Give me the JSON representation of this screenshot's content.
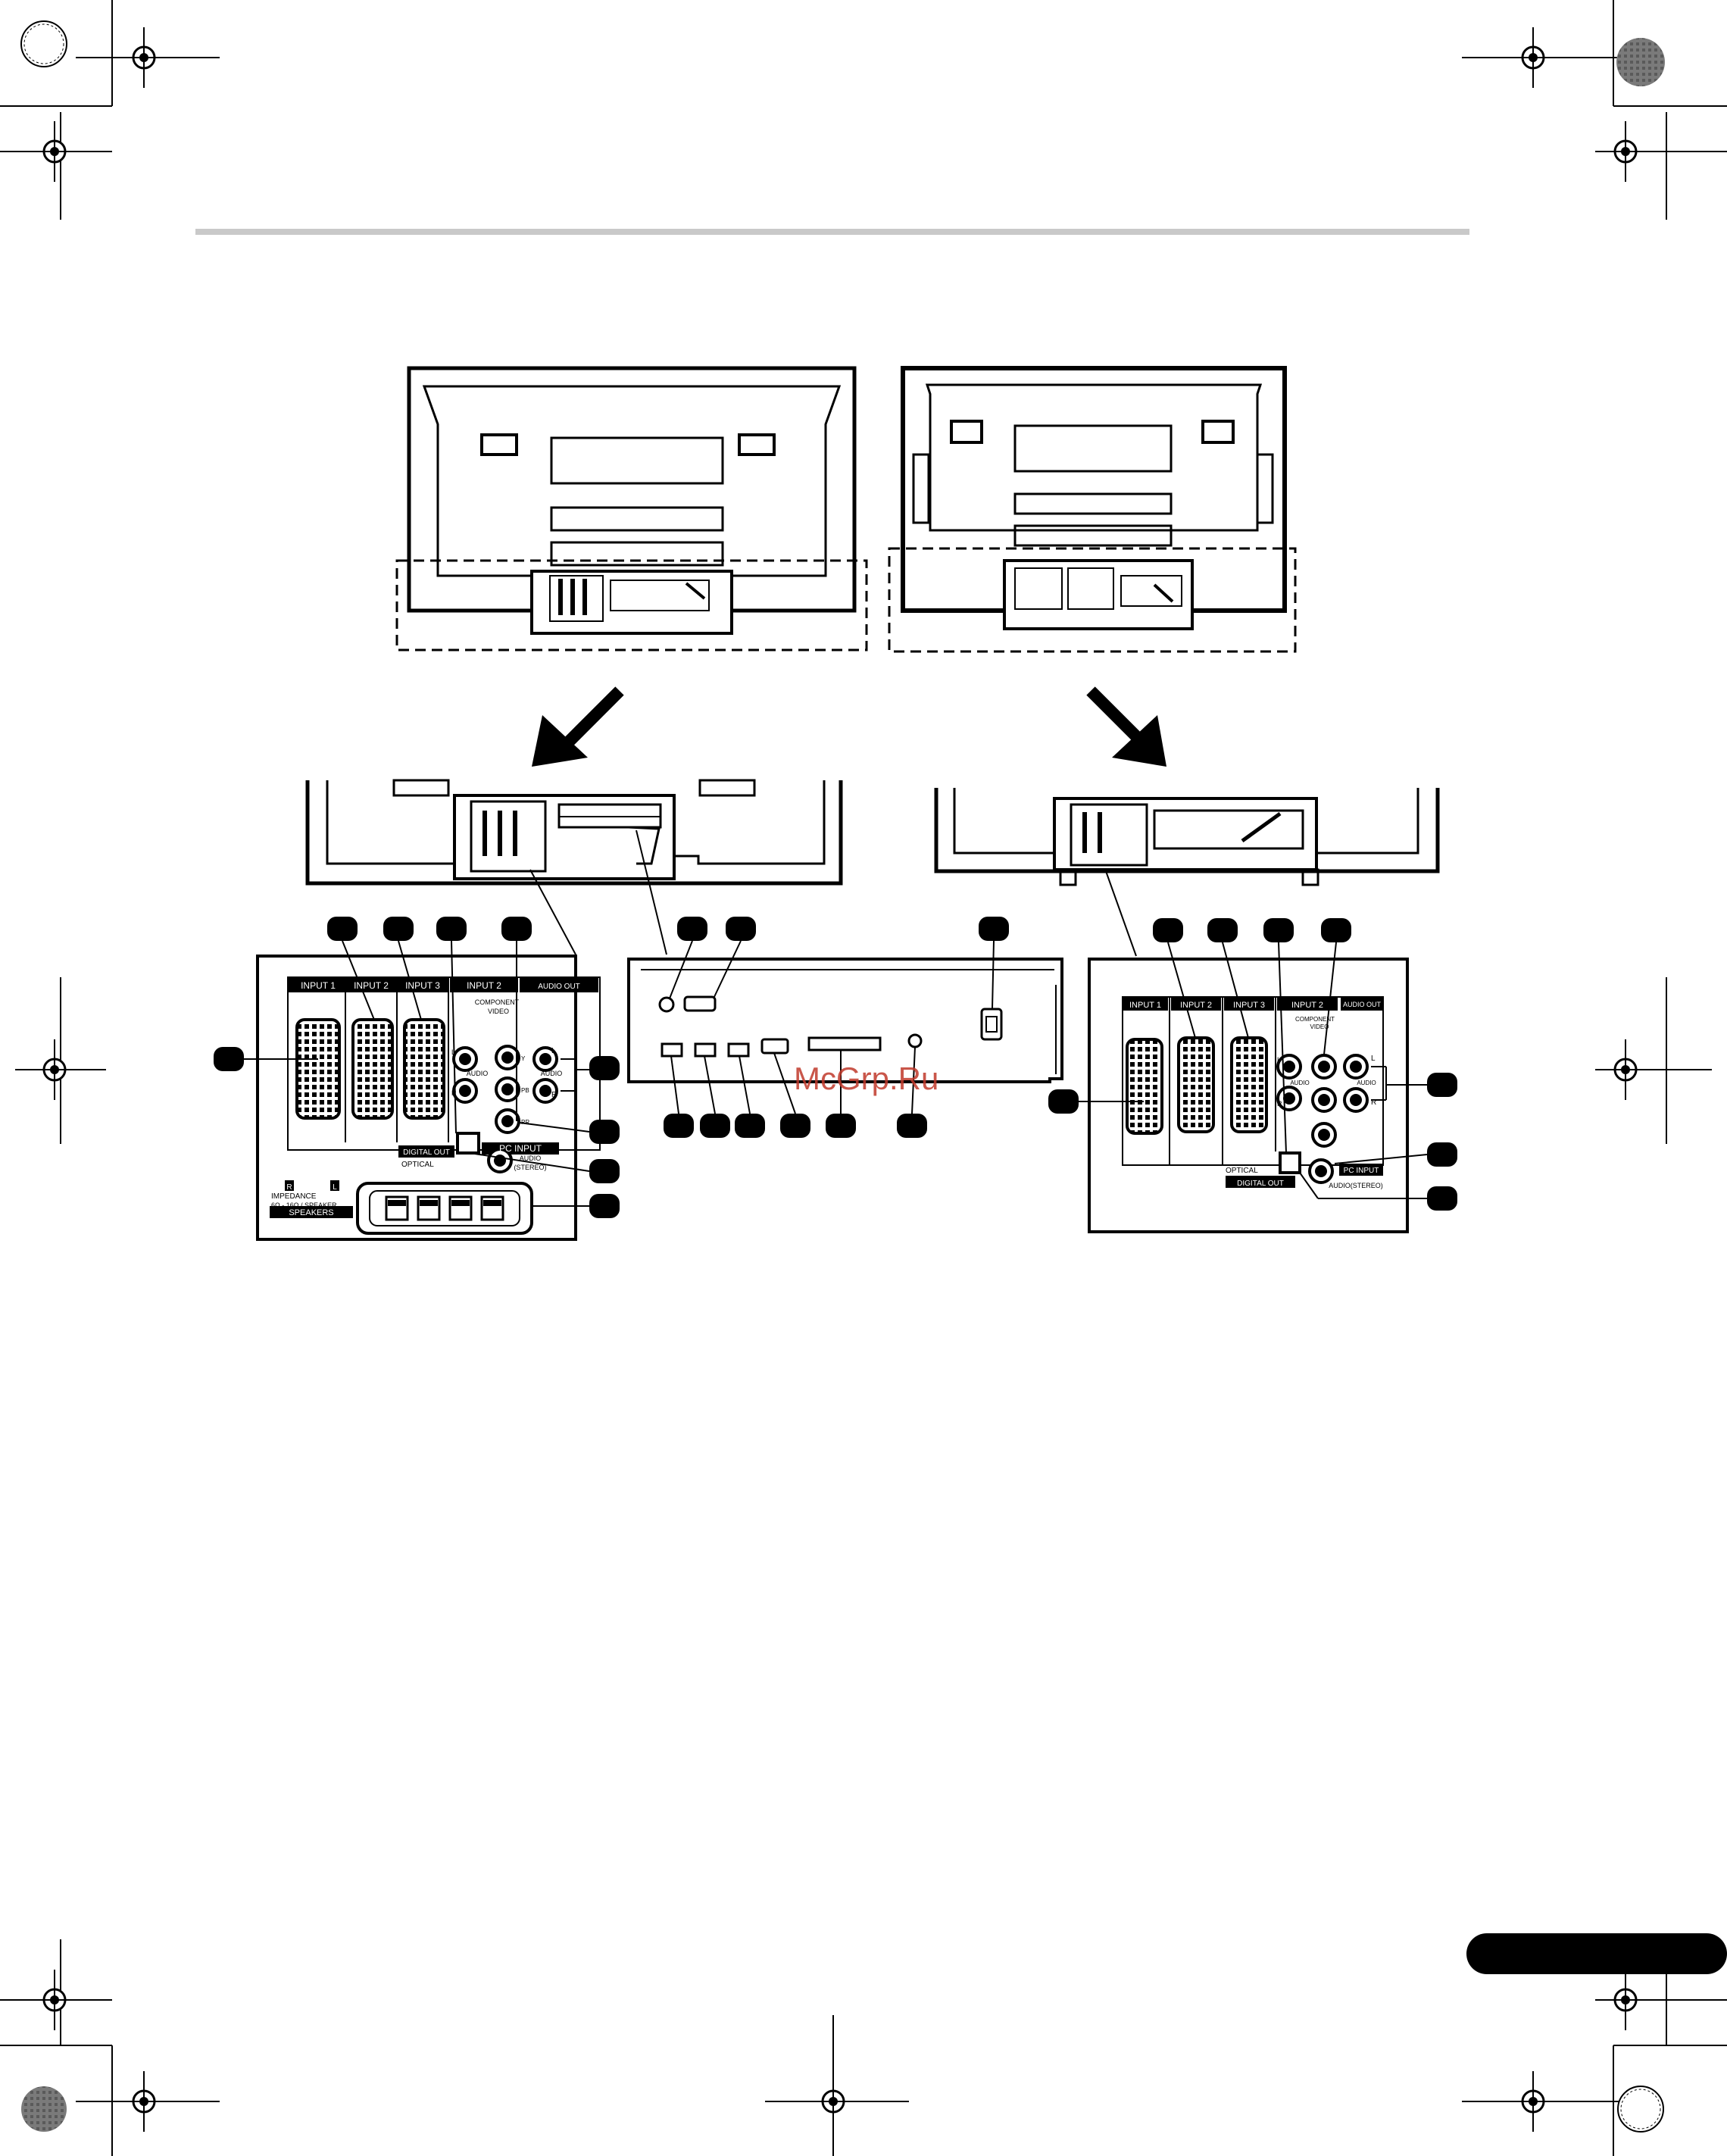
{
  "watermark": "McGrp.Ru",
  "panel_left": {
    "input1": "INPUT 1",
    "input2": "INPUT 2",
    "input3": "INPUT 3",
    "input2b": "INPUT 2",
    "audio_out": "AUDIO OUT",
    "component_video": "COMPONENT",
    "component_video2": "VIDEO",
    "audio": "AUDIO",
    "l": "L",
    "r": "R",
    "y": "Y",
    "pb": "PB",
    "pr": "PR",
    "digital_out": "DIGITAL OUT",
    "optical": "OPTICAL",
    "pc_input": "PC INPUT",
    "audio_stereo1": "AUDIO",
    "audio_stereo2": "(STEREO)",
    "impedance1": "IMPEDANCE",
    "impedance2": "6Ω - 16Ω / SPEAKER",
    "speakers": "SPEAKERS",
    "speaker_r": "R",
    "speaker_l": "L"
  },
  "panel_right": {
    "input1": "INPUT 1",
    "input2": "INPUT 2",
    "input3": "INPUT 3",
    "input2b": "INPUT 2",
    "audio_out": "AUDIO OUT",
    "component_video": "COMPONENT",
    "component_video2": "VIDEO",
    "audio": "AUDIO",
    "audio2": "AUDIO",
    "l": "L",
    "r": "R",
    "l2": "L",
    "r2": "R",
    "optical": "OPTICAL",
    "digital_out": "DIGITAL OUT",
    "pc_input": "PC INPUT",
    "audio_stereo": "AUDIO(STEREO)"
  }
}
